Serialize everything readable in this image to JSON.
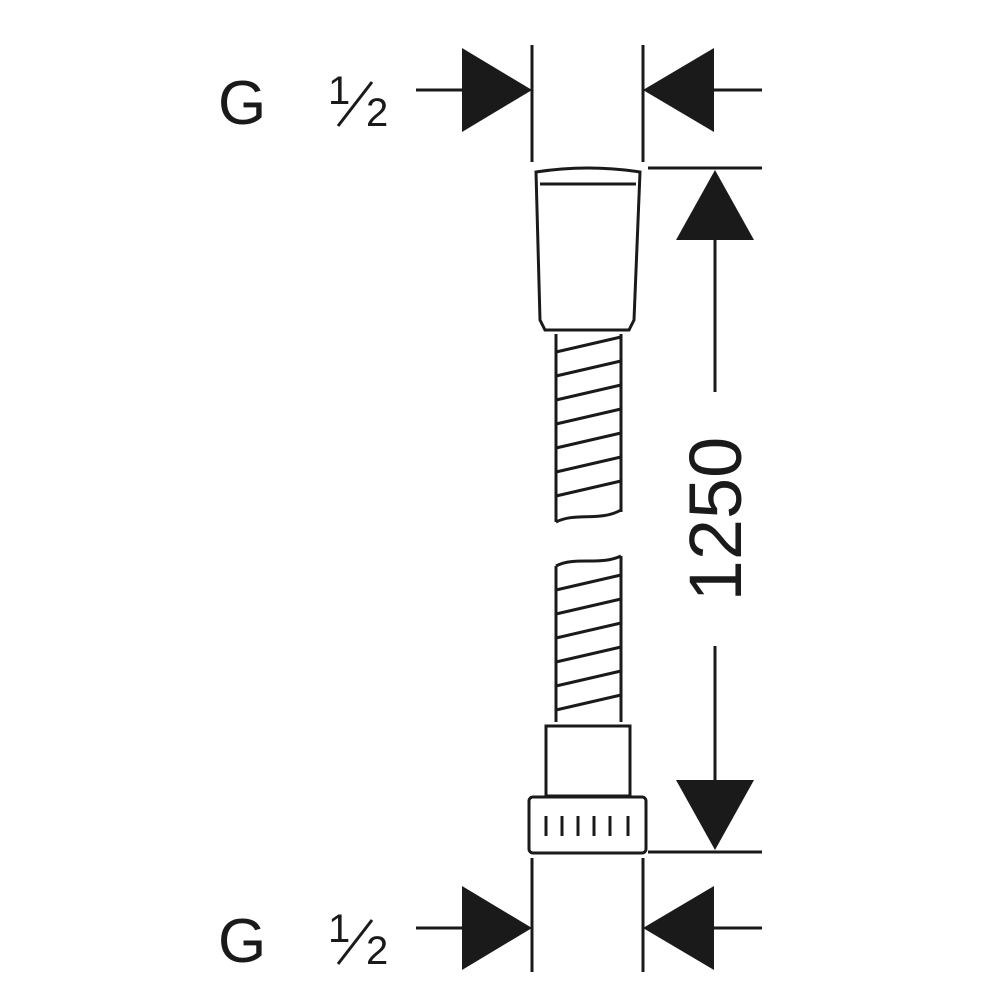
{
  "top_thread": {
    "prefix": "G",
    "numerator": "1",
    "denominator": "2"
  },
  "bottom_thread": {
    "prefix": "G",
    "numerator": "1",
    "denominator": "2"
  },
  "length_dimension": "1250",
  "colors": {
    "ink": "#1a1a1a",
    "background": "#ffffff"
  }
}
